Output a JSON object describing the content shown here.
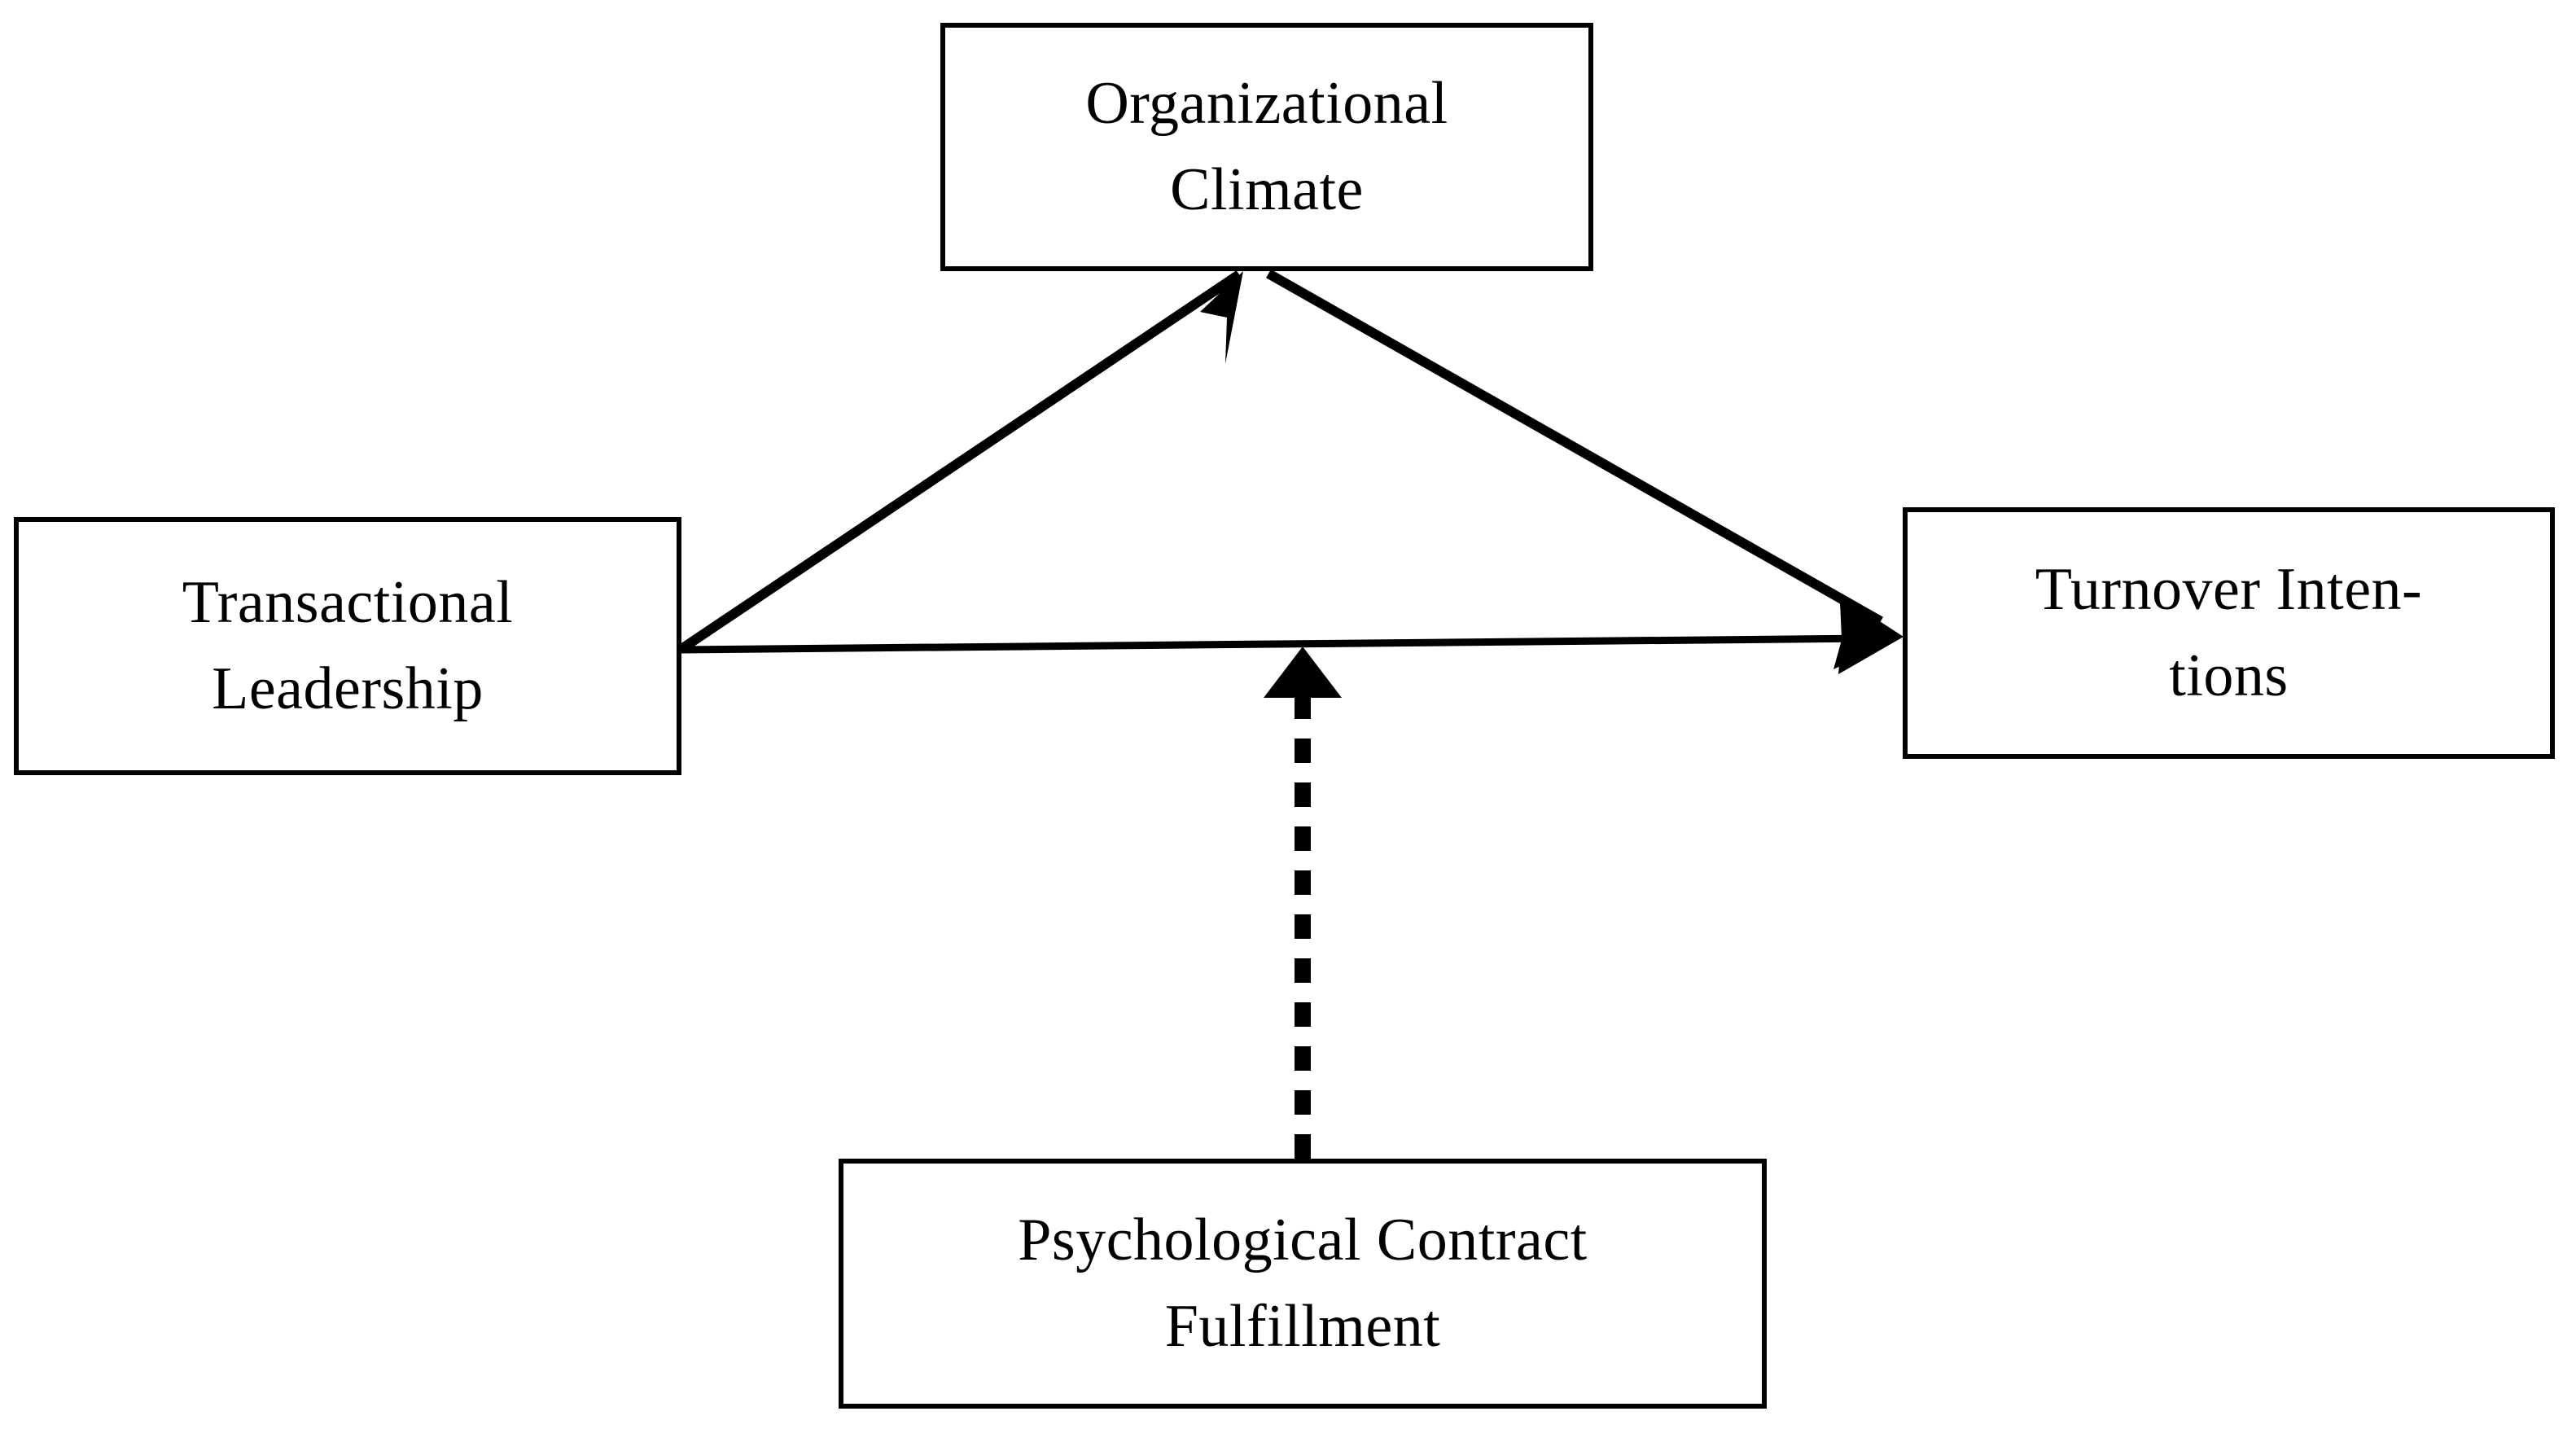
{
  "diagram": {
    "type": "conceptual-research-model",
    "background_color": "#ffffff",
    "stroke_color": "#000000",
    "text_color": "#000000",
    "nodes": [
      {
        "id": "organizational-climate",
        "role": "mediator",
        "lines": [
          "Organizational",
          "Climate"
        ],
        "line1": "Organizational",
        "line2": "Climate"
      },
      {
        "id": "transactional-leadership",
        "role": "independent-variable",
        "lines": [
          "Transactional",
          "Leadership"
        ],
        "line1": "Transactional",
        "line2": "Leadership"
      },
      {
        "id": "turnover-intentions",
        "role": "dependent-variable",
        "lines": [
          "Turnover Inten-",
          "tions"
        ],
        "line1": "Turnover Inten-",
        "line2": "tions"
      },
      {
        "id": "psychological-contract-fulfillment",
        "role": "moderator",
        "lines": [
          "Psychological Contract",
          "Fulfillment"
        ],
        "line1": "Psychological Contract",
        "line2": "Fulfillment"
      }
    ],
    "edges": [
      {
        "id": "transactional-leadership-to-organizational-climate",
        "from": "transactional-leadership",
        "to": "organizational-climate",
        "style": "solid",
        "arrowhead": "filled-triangle",
        "direction": "up-right"
      },
      {
        "id": "organizational-climate-to-turnover-intentions",
        "from": "organizational-climate",
        "to": "turnover-intentions",
        "style": "solid",
        "arrowhead": "filled-triangle",
        "direction": "down-right"
      },
      {
        "id": "transactional-leadership-to-turnover-intentions",
        "from": "transactional-leadership",
        "to": "turnover-intentions",
        "style": "solid",
        "arrowhead": "filled-triangle",
        "direction": "right"
      },
      {
        "id": "psychological-contract-fulfillment-to-direct-path",
        "from": "psychological-contract-fulfillment",
        "to": "transactional-leadership-to-turnover-intentions",
        "style": "dashed",
        "arrowhead": "filled-triangle",
        "direction": "up"
      }
    ]
  }
}
